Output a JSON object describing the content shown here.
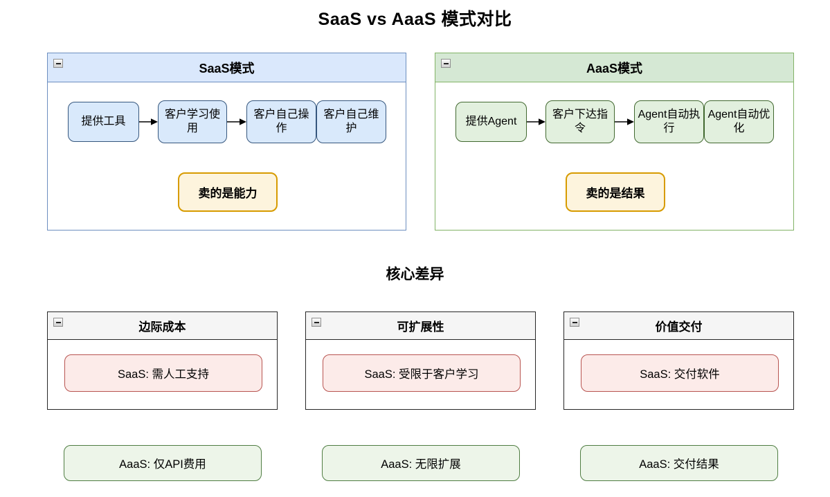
{
  "page": {
    "title": "SaaS vs AaaS 模式对比",
    "background": "#ffffff"
  },
  "colors": {
    "saas_header_fill": "#dae8fc",
    "saas_panel_border": "#6c8ebf",
    "saas_node_fill": "#d9e9fb",
    "saas_node_border": "#35567d",
    "aaas_header_fill": "#d5e8d4",
    "aaas_panel_border": "#82b366",
    "aaas_node_fill": "#e2f0de",
    "aaas_node_border": "#41682f",
    "highlight_fill": "#fdf4dd",
    "highlight_border": "#d79b00",
    "saas_item_fill": "#fcebe9",
    "saas_item_border": "#b85450",
    "aaas_item_fill": "#edf5e9",
    "aaas_item_border": "#4f7d42",
    "card_header_fill": "#f5f5f5",
    "card_border": "#262626",
    "arrow_color": "#000000"
  },
  "icons": {
    "collapse": "minus-icon",
    "flow_arrow": "arrow-right-icon"
  },
  "saas_panel": {
    "title": "SaaS模式",
    "flow": [
      "提供工具",
      "客户学习使用",
      "客户自己操作",
      "客户自己维护"
    ],
    "highlight": "卖的是能力"
  },
  "aaas_panel": {
    "title": "AaaS模式",
    "flow": [
      "提供Agent",
      "客户下达指令",
      "Agent自动执行",
      "Agent自动优化"
    ],
    "highlight": "卖的是结果"
  },
  "comparison": {
    "heading": "核心差异",
    "cards": [
      {
        "title": "边际成本",
        "saas_item": "SaaS: 需人工支持",
        "aaas_item": "AaaS: 仅API费用"
      },
      {
        "title": "可扩展性",
        "saas_item": "SaaS: 受限于客户学习",
        "aaas_item": "AaaS: 无限扩展"
      },
      {
        "title": "价值交付",
        "saas_item": "SaaS: 交付软件",
        "aaas_item": "AaaS: 交付结果"
      }
    ]
  }
}
